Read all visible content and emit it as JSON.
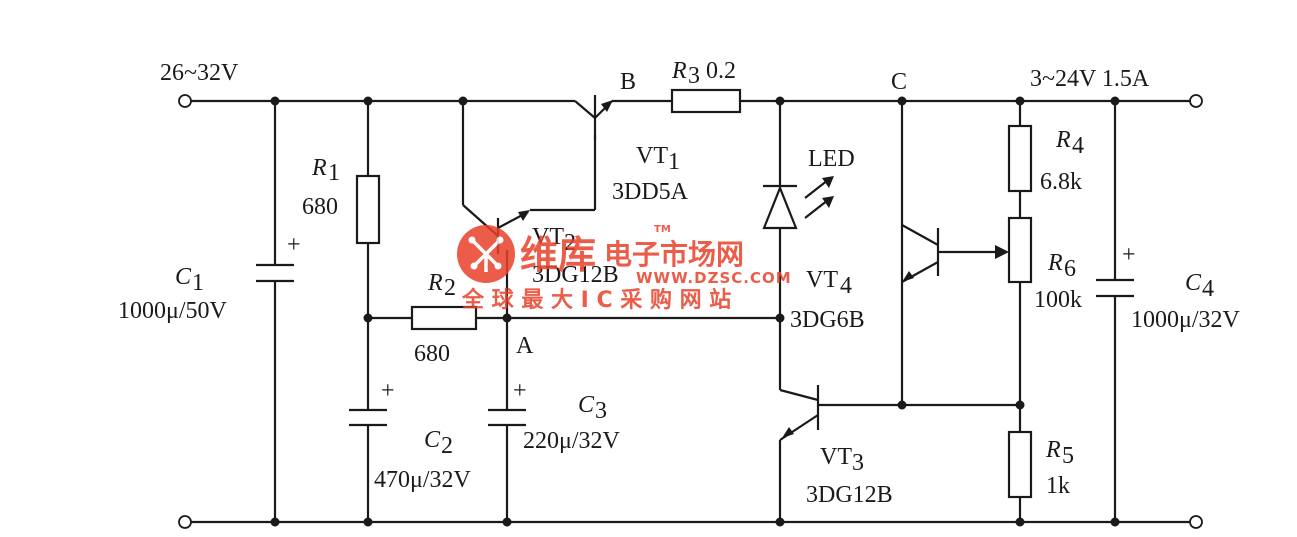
{
  "input": {
    "voltage": "26~32V"
  },
  "output": {
    "spec": "3~24V 1.5A"
  },
  "nodes": {
    "a": "A",
    "b": "B",
    "c": "C"
  },
  "components": {
    "c1": {
      "name": "C",
      "sub": "1",
      "value": "1000μ/50V"
    },
    "c2": {
      "name": "C",
      "sub": "2",
      "value": "470μ/32V"
    },
    "c3": {
      "name": "C",
      "sub": "3",
      "value": "220μ/32V"
    },
    "c4": {
      "name": "C",
      "sub": "4",
      "value": "1000μ/32V"
    },
    "r1": {
      "name": "R",
      "sub": "1",
      "value": "680"
    },
    "r2": {
      "name": "R",
      "sub": "2",
      "value": "680"
    },
    "r3": {
      "name": "R",
      "sub": "3",
      "value": "0.2"
    },
    "r4": {
      "name": "R",
      "sub": "4",
      "value": "6.8k"
    },
    "r5": {
      "name": "R",
      "sub": "5",
      "value": "1k"
    },
    "r6": {
      "name": "R",
      "sub": "6",
      "value": "100k"
    },
    "vt1": {
      "name": "VT",
      "sub": "1",
      "value": "3DD5A"
    },
    "vt2": {
      "name": "VT",
      "sub": "2",
      "value": "3DG12B"
    },
    "vt3": {
      "name": "VT",
      "sub": "3",
      "value": "3DG12B"
    },
    "vt4": {
      "name": "VT",
      "sub": "4",
      "value": "3DG6B"
    },
    "led": {
      "name": "LED"
    }
  },
  "polarity": {
    "plus": "+"
  },
  "watermark": {
    "brand": "维库",
    "brand_suffix": "电子市场网",
    "tm": "TM",
    "url": "WWW.DZSC.COM",
    "slogan": "全 球 最 大 I C 采 购 网 站",
    "colors": {
      "primary": "#e8402a"
    }
  }
}
